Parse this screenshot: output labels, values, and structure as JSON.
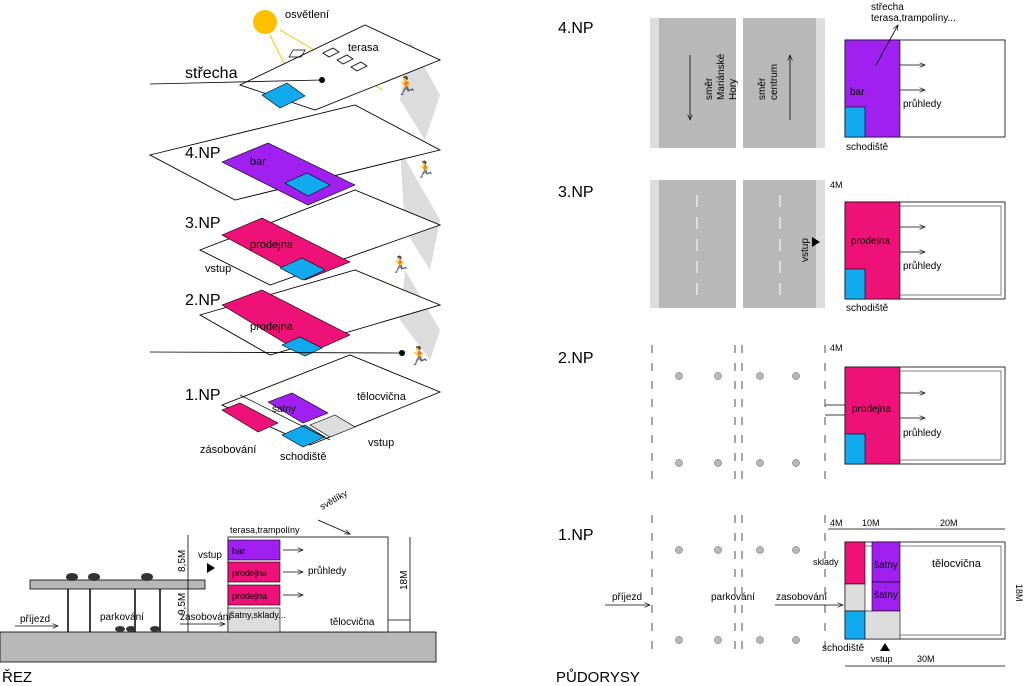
{
  "colors": {
    "purple": "#a020f0",
    "magenta": "#ee1177",
    "cyan": "#11aaee",
    "gray": "#b8b8b8",
    "lightgray": "#dddddd",
    "sun": "#ffc000"
  },
  "axon": {
    "lighting": "osvětlení",
    "terrace": "terasa",
    "roof": "střecha",
    "floors": [
      "4.NP",
      "3.NP",
      "2.NP",
      "1.NP"
    ],
    "bar": "bar",
    "shop": "prodejna",
    "entrance": "vstup",
    "lockers": "šatny",
    "gym": "tělocvična",
    "supply": "zásobování",
    "stairs": "schodiště"
  },
  "section": {
    "title": "ŘEZ",
    "roof_label": "terasa,trampolíny",
    "skylights": "světlíky",
    "bar": "bar",
    "shop1": "prodejna",
    "shop2": "prodejna",
    "ground": "šatny,sklady...",
    "views": "průhledy",
    "entrance": "vstup",
    "arrival": "příjezd",
    "parking": "parkování",
    "supply": "zasobování",
    "gym": "tělocvična",
    "dim1": "8,5M",
    "dim2": "9,5M",
    "dim3": "18M"
  },
  "plans": {
    "title": "PŮDORYSY",
    "np4": {
      "label": "4.NP",
      "dir1": "směr\nMariánské\nHory",
      "dir2": "směr\ncentrum",
      "roof": "střecha\nterasa,trampolíny...",
      "bar": "bar",
      "views": "průhledy",
      "stairs": "schodiště"
    },
    "np3": {
      "label": "3.NP",
      "dim": "4M",
      "entrance": "vstup",
      "shop": "prodejna",
      "views": "průhledy",
      "stairs": "schodiště"
    },
    "np2": {
      "label": "2.NP",
      "dim": "4M",
      "shop": "prodejna",
      "views": "průhledy",
      "stairs": "schodiště"
    },
    "np1": {
      "label": "1.NP",
      "dim_a": "4M",
      "dim_b": "10M",
      "dim_c": "20M",
      "dim_d": "30M",
      "storage": "sklady",
      "lockers1": "šatny",
      "lockers2": "šatny",
      "gym": "tělocvična",
      "arrival": "příjezd",
      "parking": "parkování",
      "supply": "zasobování",
      "stairs": "schodiště",
      "entrance": "vstup",
      "edge": "18M"
    }
  }
}
